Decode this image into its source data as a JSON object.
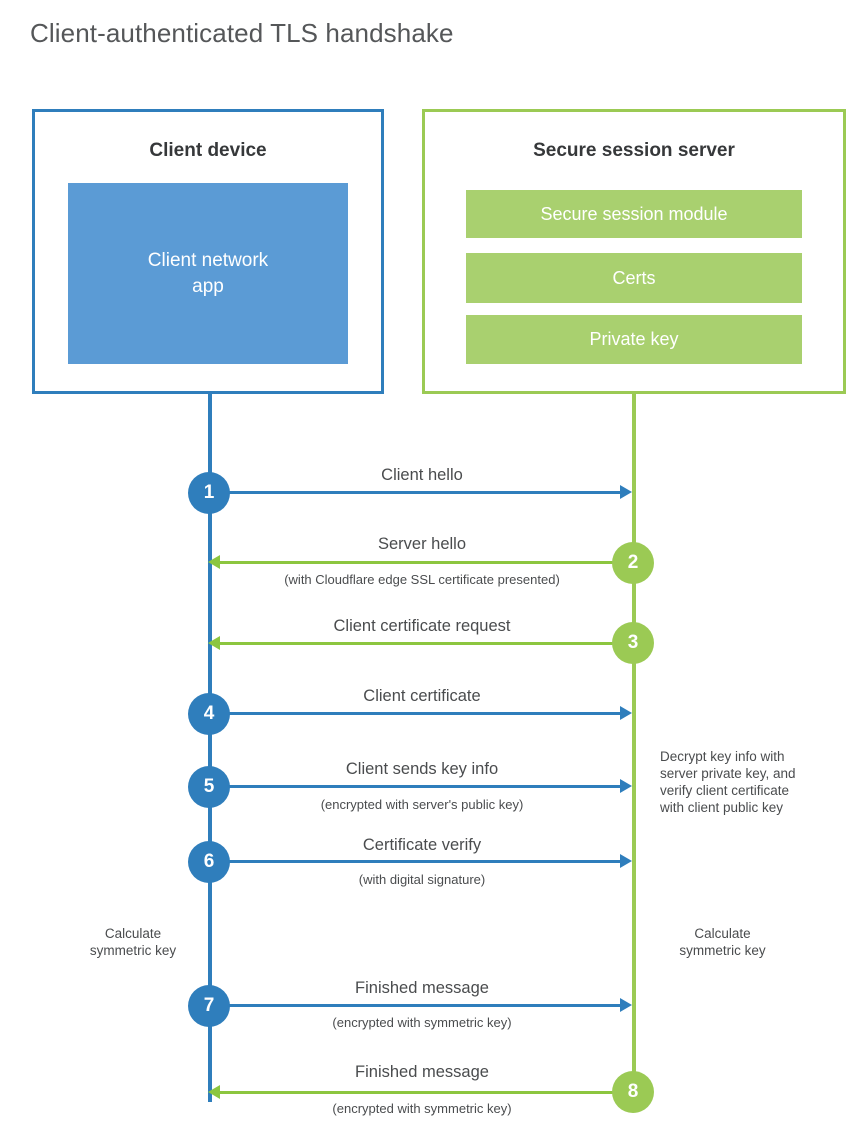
{
  "diagram": {
    "title": "Client-authenticated TLS handshake",
    "colors": {
      "client_blue": "#2f7ebc",
      "client_app_fill": "#5b9bd5",
      "server_green": "#9bca54",
      "server_bar_fill": "#a9d06f",
      "arrow_green": "#8cc63f",
      "text": "#4a4c4e",
      "background": "#ffffff"
    }
  },
  "client": {
    "title": "Client device",
    "app_label": "Client network\napp",
    "app_label_line1": "Client network",
    "app_label_line2": "app"
  },
  "server": {
    "title": "Secure session server",
    "bars": [
      {
        "label": "Secure session module"
      },
      {
        "label": "Certs"
      },
      {
        "label": "Private key"
      }
    ]
  },
  "steps": [
    {
      "number": "1",
      "label": "Client hello",
      "sublabel": "",
      "direction": "client-to-server",
      "color": "blue"
    },
    {
      "number": "2",
      "label": "Server hello",
      "sublabel": "(with Cloudflare edge SSL certificate presented)",
      "direction": "server-to-client",
      "color": "green"
    },
    {
      "number": "3",
      "label": "Client certificate request",
      "sublabel": "",
      "direction": "server-to-client",
      "color": "green"
    },
    {
      "number": "4",
      "label": "Client certificate",
      "sublabel": "",
      "direction": "client-to-server",
      "color": "blue"
    },
    {
      "number": "5",
      "label": "Client sends key info",
      "sublabel": "(encrypted with server's public key)",
      "direction": "client-to-server",
      "color": "blue"
    },
    {
      "number": "6",
      "label": "Certificate verify",
      "sublabel": "(with digital signature)",
      "direction": "client-to-server",
      "color": "blue"
    },
    {
      "number": "7",
      "label": "Finished message",
      "sublabel": "(encrypted with symmetric key)",
      "direction": "client-to-server",
      "color": "blue"
    },
    {
      "number": "8",
      "label": "Finished message",
      "sublabel": "(encrypted with symmetric key)",
      "direction": "server-to-client",
      "color": "green"
    }
  ],
  "notes": {
    "server_decrypt": "Decrypt key info with\nserver private key, and\nverify client certificate\nwith client public key",
    "server_decrypt_lines": [
      "Decrypt key info with",
      "server private key, and",
      "verify client certificate",
      "with client public key"
    ],
    "client_calculate": "Calculate\nsymmetric key",
    "client_calculate_line1": "Calculate",
    "client_calculate_line2": "symmetric key",
    "server_calculate": "Calculate\nsymmetric key",
    "server_calculate_line1": "Calculate",
    "server_calculate_line2": "symmetric key"
  }
}
